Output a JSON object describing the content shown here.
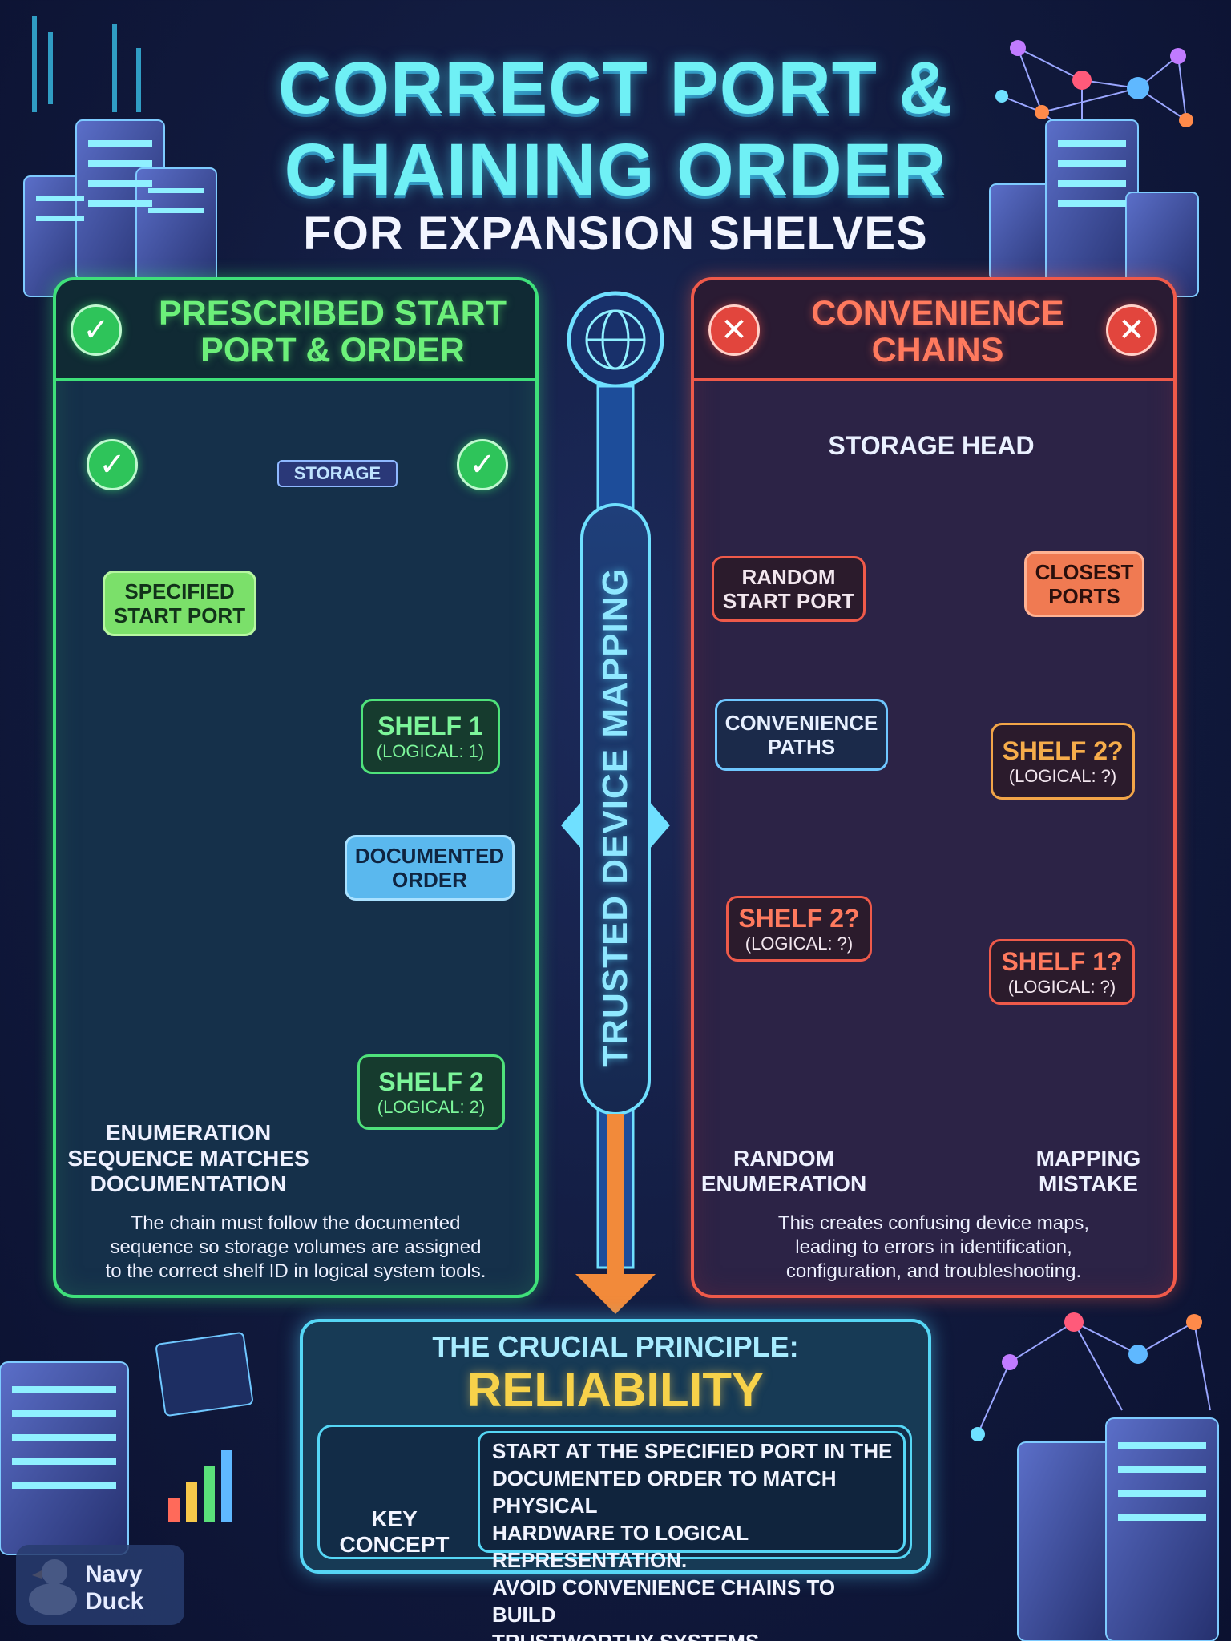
{
  "title": {
    "line1": "CORRECT PORT &",
    "line2": "CHAINING ORDER",
    "line3": "FOR EXPANSION SHELVES"
  },
  "left_panel": {
    "heading_line1": "PRESCRIBED START",
    "heading_line2": "PORT & ORDER",
    "device_label": "STORAGE",
    "start_port_line1": "SPECIFIED",
    "start_port_line2": "START PORT",
    "shelf1_name": "SHELF 1",
    "shelf1_logical": "(LOGICAL: 1)",
    "documented_line1": "DOCUMENTED",
    "documented_line2": "ORDER",
    "shelf2_name": "SHELF 2",
    "shelf2_logical": "(LOGICAL: 2)",
    "enumeration_line1": "ENUMERATION",
    "enumeration_line2": "SEQUENCE MATCHES",
    "enumeration_line3": "DOCUMENTATION",
    "body_line1": "The chain must follow the documented",
    "body_line2": "sequence so storage volumes are assigned",
    "body_line3": "to the correct shelf ID in logical system tools."
  },
  "right_panel": {
    "heading_line1": "CONVENIENCE",
    "heading_line2": "CHAINS",
    "device_label": "STORAGE HEAD",
    "random_port_line1": "RANDOM",
    "random_port_line2": "START PORT",
    "closest_line1": "CLOSEST",
    "closest_line2": "PORTS",
    "convenience_line1": "CONVENIENCE",
    "convenience_line2": "PATHS",
    "shelf_top_name": "SHELF 2?",
    "shelf_top_logical": "(LOGICAL: ?)",
    "shelf_left_name": "SHELF 2?",
    "shelf_left_logical": "(LOGICAL: ?)",
    "shelf_right_name": "SHELF 1?",
    "shelf_right_logical": "(LOGICAL: ?)",
    "random_enum_line1": "RANDOM",
    "random_enum_line2": "ENUMERATION",
    "mistake_line1": "MAPPING",
    "mistake_line2": "MISTAKE",
    "body_line1": "This creates confusing device maps,",
    "body_line2": "leading to errors in identification,",
    "body_line3": "configuration, and troubleshooting."
  },
  "center": {
    "spine_label": "TRUSTED DEVICE MAPPING"
  },
  "principle": {
    "heading": "THE CRUCIAL PRINCIPLE:",
    "keyword": "RELIABILITY",
    "key_label_line1": "KEY",
    "key_label_line2": "CONCEPT",
    "text_line1": "START AT THE SPECIFIED PORT IN THE",
    "text_line2": "DOCUMENTED ORDER TO MATCH PHYSICAL",
    "text_line3": "HARDWARE TO LOGICAL REPRESENTATION.",
    "text_line4": "AVOID CONVENIENCE CHAINS TO BUILD",
    "text_line5": "TRUSTWORTHY SYSTEMS."
  },
  "logo": {
    "line1": "Navy",
    "line2": "Duck"
  },
  "colors": {
    "good": "#3fe07a",
    "bad": "#ef5a4a",
    "accent": "#55d6f5",
    "highlight": "#f7d24a"
  }
}
